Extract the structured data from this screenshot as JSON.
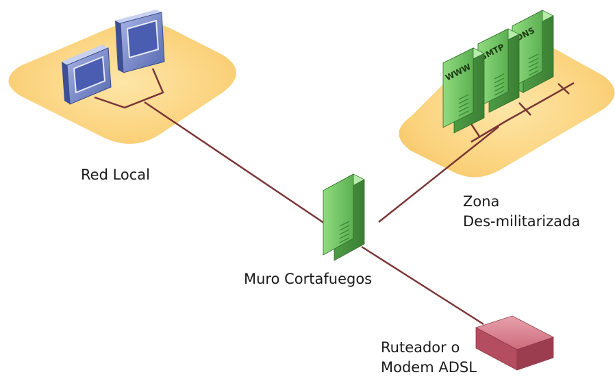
{
  "labels": {
    "local_network": "Red Local",
    "dmz_line1": "Zona",
    "dmz_line2": "Des-militarizada",
    "firewall": "Muro Cortafuegos",
    "router_line1": "Ruteador o",
    "router_line2": "Modem ADSL"
  },
  "servers": {
    "www": "WWW",
    "smtp": "SMTP",
    "dns": "DNS"
  },
  "colors": {
    "zone_fill": "#fcd98a",
    "link": "#7a3535",
    "server_green": "#74c96a",
    "monitor_blue": "#6f80c4",
    "router_red": "#c95a6a"
  }
}
